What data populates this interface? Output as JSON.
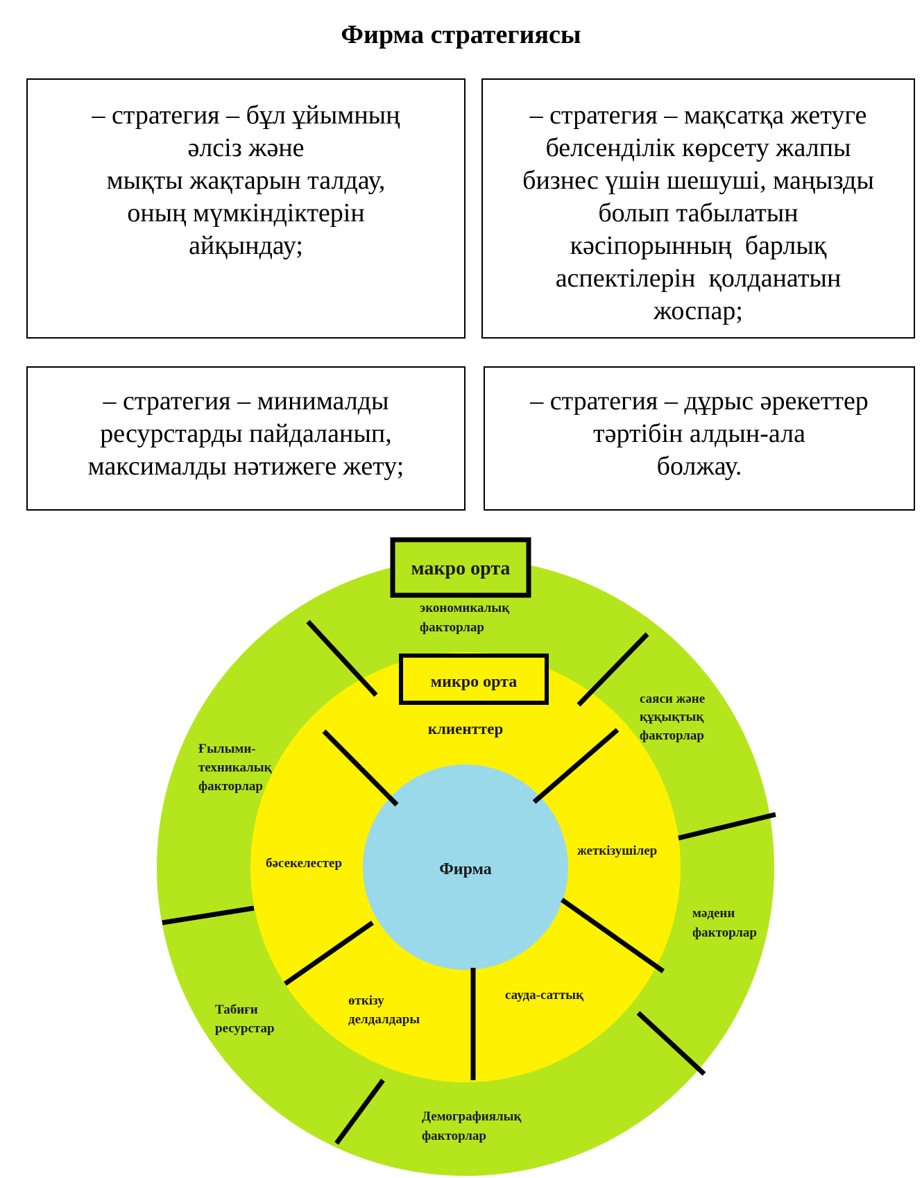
{
  "title": "Фирма стратегиясы",
  "definitions": [
    {
      "lines": [
        "– стратегия – бұл ұйымның",
        "әлсіз және",
        "мықты жақтарын талдау,",
        "оның мүмкіндіктерін",
        "айқындау;"
      ]
    },
    {
      "lines": [
        "– стратегия – мақсатқа жетуге",
        "белсенділік көрсету жалпы",
        "бизнес үшін шешуші, маңызды",
        "болып табылатын",
        "кәсіпорынның  барлық",
        "аспектілерін  қолданатын",
        "жоспар;"
      ]
    },
    {
      "lines": [
        "– стратегия – минималды",
        "ресурстарды пайдаланып,",
        "максималды нәтижеге жету;"
      ]
    },
    {
      "lines": [
        "– стратегия – дұрыс әрекеттер",
        "тәртібін алдын-ала",
        "болжау."
      ]
    }
  ],
  "diagram": {
    "macro_label": "макро орта",
    "micro_label": "микро орта",
    "center_label": "Фирма",
    "colors": {
      "macro": "#b5e61d",
      "micro": "#fff200",
      "center": "#99d9ea",
      "lines": "#000000"
    },
    "macro_factors": {
      "economic": [
        "экономикалық",
        "факторлар"
      ],
      "political": [
        "саяси және",
        "құқықтық",
        "факторлар"
      ],
      "cultural": [
        "мәдени",
        "факторлар"
      ],
      "demographic": [
        "Демографиялық",
        "факторлар"
      ],
      "natural": [
        "Табиғи",
        "ресурстар"
      ],
      "scientific": [
        "Ғылыми-",
        "техникалық",
        "факторлар"
      ]
    },
    "micro_factors": {
      "clients": [
        "клиенттер"
      ],
      "suppliers": [
        "жеткізушілер"
      ],
      "sales": [
        "сауда-саттық"
      ],
      "intermediaries": [
        "өткізу",
        "делдалдары"
      ],
      "competitors": [
        "бәсекелестер"
      ]
    }
  }
}
